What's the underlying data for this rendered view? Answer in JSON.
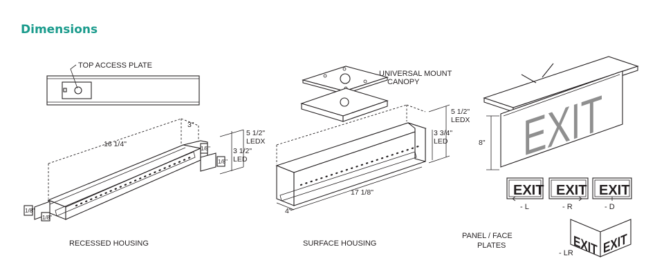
{
  "title": "Dimensions",
  "labels": {
    "top_access_plate": "TOP ACCESS PLATE",
    "recessed_housing": "RECESSED HOUSING",
    "universal_mount_1": "UNIVERSAL MOUNT",
    "universal_mount_2": "CANOPY",
    "surface_housing": "SURFACE HOUSING",
    "panel_1": "PANEL / FACE",
    "panel_2": "PLATES"
  },
  "dims": {
    "recessed_length": "16 1/4\"",
    "recessed_depth": "3\"",
    "recessed_h_ledx_1": "5 1/2\"",
    "recessed_h_ledx_2": "LEDX",
    "recessed_h_led_1": "3 1/2\"",
    "recessed_h_led_2": "LED",
    "surface_length": "17 1/8\"",
    "surface_depth": "4\"",
    "surface_h_ledx_1": "5 1/2\"",
    "surface_h_ledx_2": "LEDX",
    "surface_h_led_1": "3 3/4\"",
    "surface_h_led_2": "LED",
    "sign_height": "8\"",
    "clip_size": "1/8\""
  },
  "exit_sign": {
    "text": "EXIT",
    "color": "#8f8f8f"
  },
  "face_plates": [
    {
      "text": "EXIT",
      "code": "- L",
      "arrow": "left"
    },
    {
      "text": "EXIT",
      "code": "- R",
      "arrow": "right"
    },
    {
      "text": "EXIT",
      "code": "- D",
      "arrow": "down"
    },
    {
      "text": "EXIT",
      "code": "- LR",
      "arrow": "both"
    }
  ],
  "colors": {
    "title": "#1a9b8c",
    "line": "#231f20"
  }
}
